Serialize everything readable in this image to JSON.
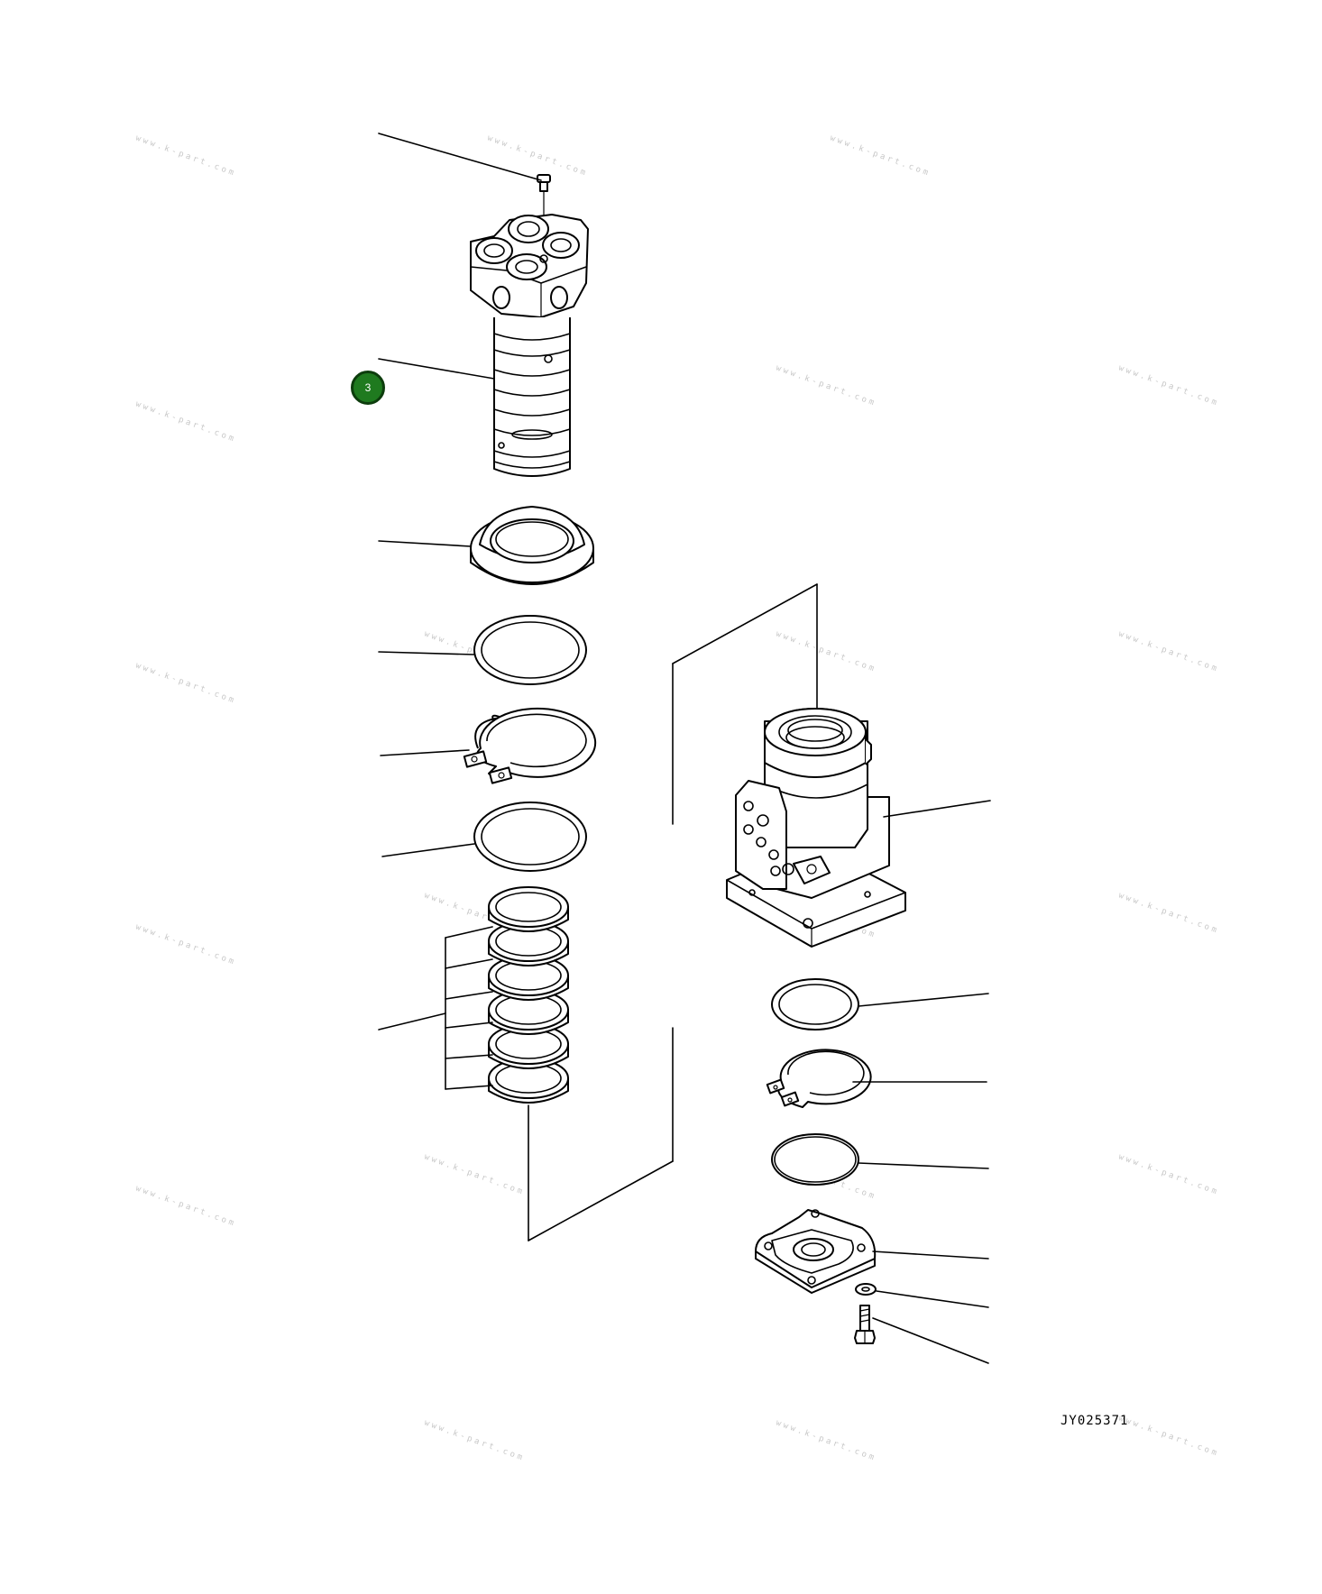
{
  "drawing_code": "JY025371",
  "callout": {
    "number": "3",
    "color": "#1f7a1f"
  },
  "watermark_text": "www.k-part.com",
  "line_color": "#000000"
}
